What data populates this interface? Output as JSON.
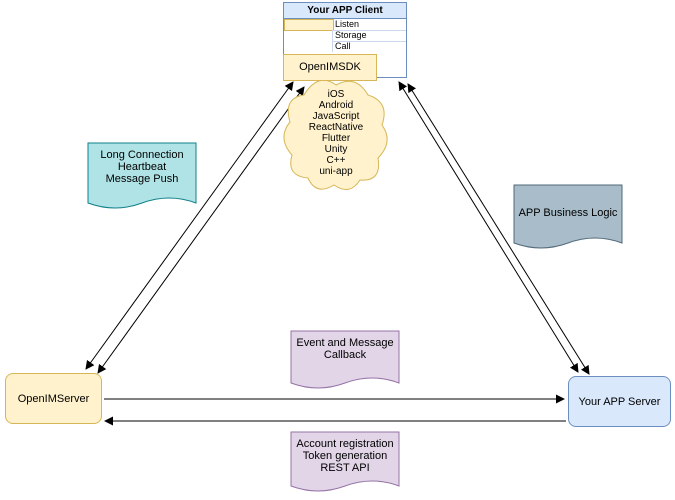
{
  "client": {
    "title": "Your APP Client",
    "rows": [
      "Listen",
      "Storage",
      "Call"
    ],
    "sdk_label": "OpenIMSDK"
  },
  "cloud": {
    "platforms": [
      "iOS",
      "Android",
      "JavaScript",
      "ReactNative",
      "Flutter",
      "Unity",
      "C++",
      "uni-app"
    ]
  },
  "notes": {
    "long_connection": {
      "lines": [
        "Long Connection",
        "Heartbeat",
        "Message Push"
      ]
    },
    "business_logic": {
      "lines": [
        "APP Business Logic"
      ]
    },
    "event_callback": {
      "lines": [
        "Event and Message",
        "Callback"
      ]
    },
    "account_api": {
      "lines": [
        "Account registration",
        "Token generation",
        "REST API"
      ]
    }
  },
  "nodes": {
    "openim_server": "OpenIMServer",
    "app_server": "Your APP Server"
  },
  "colors": {
    "blue_fill": "#dae8fc",
    "blue_stroke": "#6c8ebf",
    "yellow_fill": "#fff2cc",
    "yellow_stroke": "#d6b656",
    "teal_fill": "#b0e3e6",
    "teal_stroke": "#0e8088",
    "slate_fill": "#a8bcc9",
    "slate_stroke": "#51697a",
    "purple_fill": "#e1d5e7",
    "purple_stroke": "#9673a6",
    "edge": "#000000"
  }
}
